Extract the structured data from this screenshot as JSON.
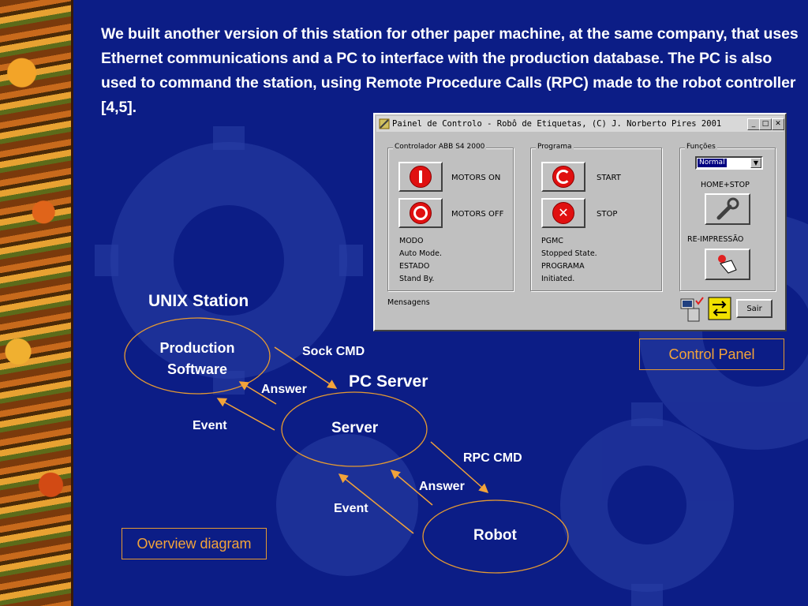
{
  "slide": {
    "paragraph": "We built another version of this station for other paper machine, at the same company, that uses Ethernet communications and a PC to interface with the production database. The PC is also used to command the station, using Remote Procedure Calls (RPC) made to the robot controller [4,5].",
    "control_panel_label": "Control Panel",
    "overview_label": "Overview diagram"
  },
  "window": {
    "title": "Painel de Controlo - Robô de Etiquetas, (C) J. Norberto Pires 2001",
    "min_btn": "_",
    "max_btn": "□",
    "close_btn": "✕",
    "controller_group": {
      "label": "Controlador ABB S4 2000",
      "motors_on": "MOTORS ON",
      "motors_off": "MOTORS OFF",
      "status_lines": [
        "MODO",
        "Auto Mode.",
        "ESTADO",
        "Stand By."
      ]
    },
    "program_group": {
      "label": "Programa",
      "start": "START",
      "stop": "STOP",
      "status_lines": [
        "PGMC",
        "Stopped State.",
        "PROGRAMA",
        "Initiated."
      ]
    },
    "functions_group": {
      "label": "Funções",
      "select_value": "Normal",
      "home_stop": "HOME+STOP",
      "reprint": "RE-IMPRESSÃO"
    },
    "messages_label": "Mensagens",
    "exit_button": "Sair"
  },
  "diagram": {
    "unix_station": "UNIX Station",
    "production_software": [
      "Production",
      "Software"
    ],
    "pc_server": "PC Server",
    "server": "Server",
    "robot": "Robot",
    "sock_cmd": "Sock CMD",
    "answer_top": "Answer",
    "event_top": "Event",
    "rpc_cmd": "RPC CMD",
    "answer_bottom": "Answer",
    "event_bottom": "Event"
  },
  "colors": {
    "background": "#0c1d86",
    "accent_orange": "#f2a33a",
    "text": "#ffffff"
  }
}
